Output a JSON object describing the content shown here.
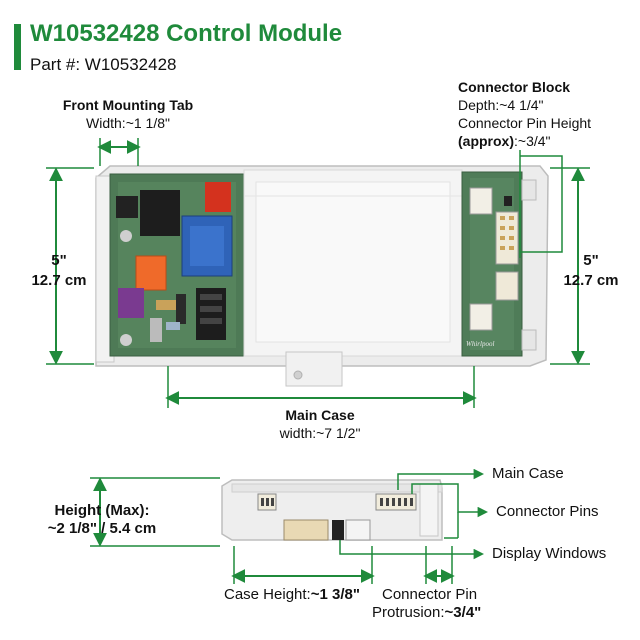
{
  "header": {
    "title": "W10532428 Control Module",
    "part_label": "Part #: W10532428"
  },
  "colors": {
    "accent": "#1f8a3b",
    "arrow": "#1f8a3b"
  },
  "front_tab": {
    "title": "Front Mounting Tab",
    "width": "Width:~1 1/8\""
  },
  "connector_block": {
    "title": "Connector Block",
    "depth": "Depth:~4 1/4\"",
    "pin_height": "Connector Pin Height",
    "approx": "(approx)",
    "approx_value": ":~3/4\""
  },
  "left_dim": {
    "inches": "5\"",
    "cm": "12.7 cm"
  },
  "right_dim": {
    "inches": "5\"",
    "cm": "12.7 cm"
  },
  "main_case": {
    "title": "Main Case",
    "width": "width:~7 1/2\""
  },
  "height": {
    "title": "Height (Max):",
    "value": "~2 1/8\" / 5.4 cm"
  },
  "callouts": {
    "main_case": "Main Case",
    "connector_pins": "Connector Pins",
    "display_windows": "Display Windows"
  },
  "case_height": {
    "label": "Case Height:",
    "value": "~1 3/8\""
  },
  "pin_protrusion": {
    "line1": "Connector Pin",
    "label": "Protrusion:",
    "value": "~3/4\""
  },
  "board": {
    "brand_mark": "Whirlpool"
  }
}
